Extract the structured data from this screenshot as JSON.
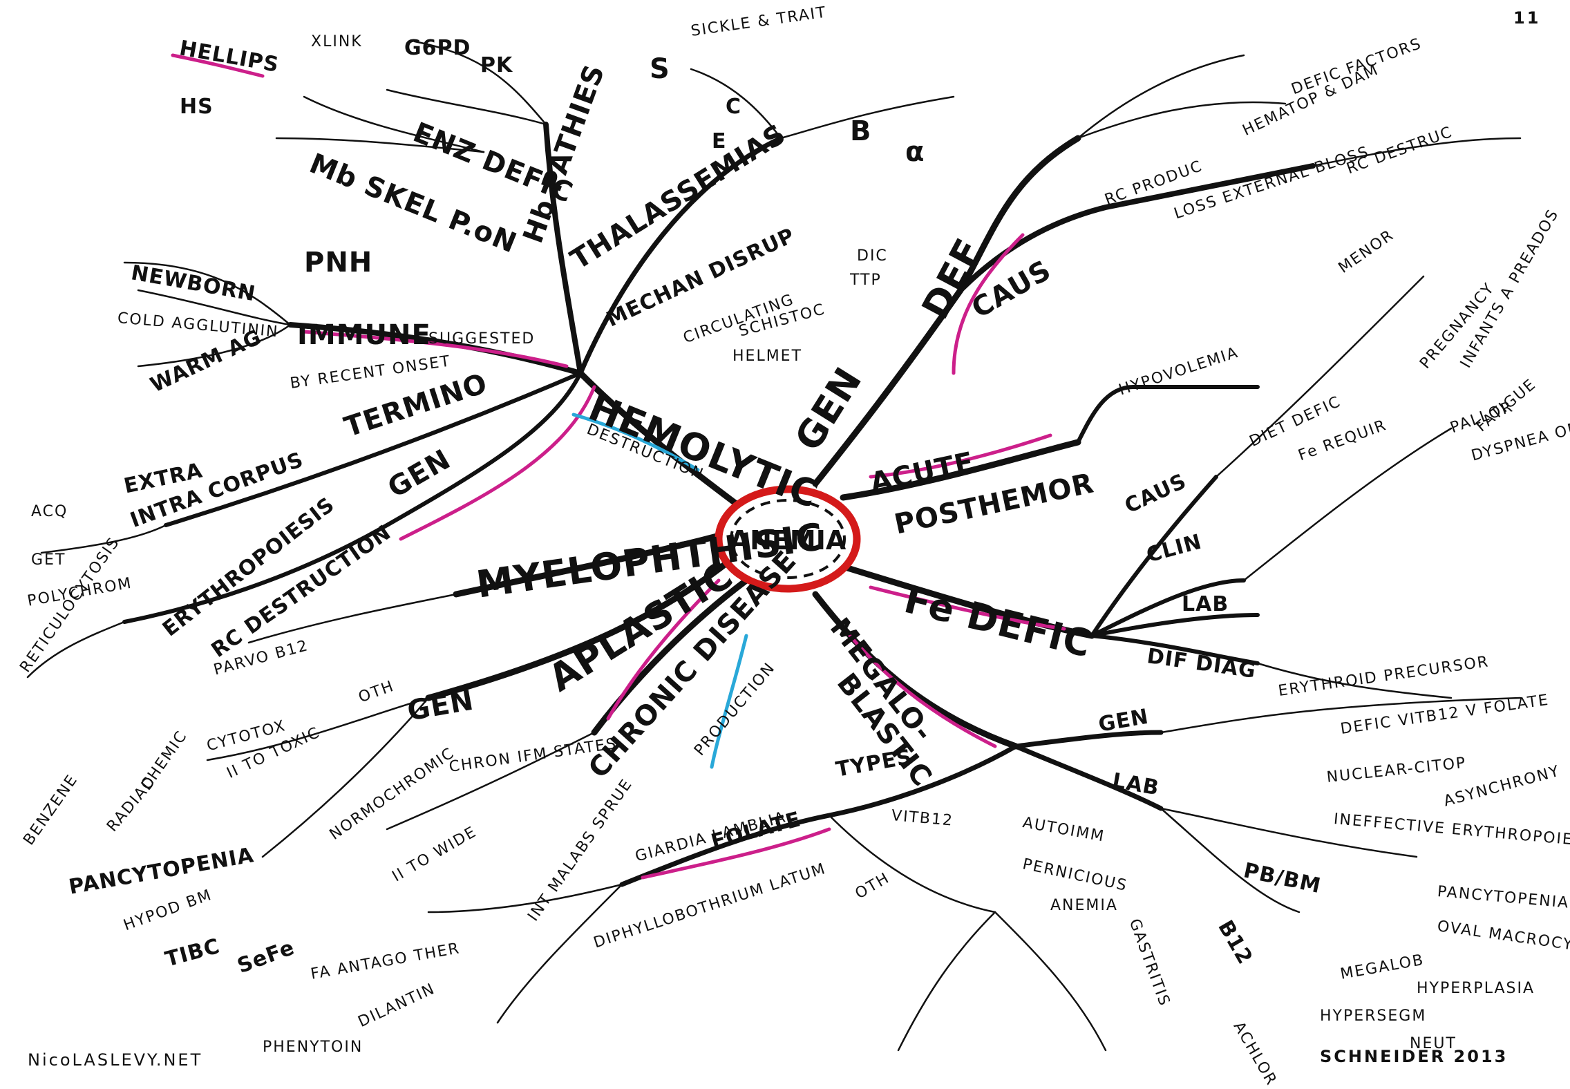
{
  "center": "ANEMIA",
  "footer": {
    "site": "NicoLASLEVY.NET",
    "author": "SCHNEIDER 2013",
    "page": "11"
  },
  "colors": {
    "ink": "#111111",
    "highlight": "#cc1f8a",
    "center_ring": "#d41a1a",
    "accent_blue": "#29a8d8"
  },
  "branches": {
    "hemolytic": "HEMOLYTIC",
    "hemolytic_gen": "GEN",
    "myelophthisic": "MYELOPHTHISIC",
    "aplastic": "APLASTIC",
    "chronic": "CHRONIC DISEASE",
    "acute": "ACUTE",
    "posthemor": "POSTHEMOR",
    "fe_defic": "Fe DEFIC",
    "megalo": "MEGALO-",
    "blastic": "BLASTIC",
    "def": "DEF",
    "caus_top": "CAUS",
    "destruction": "DESTRUCTION",
    "production": "PRODUCTION"
  },
  "hemolytic": {
    "hb_pathies": "Hb PATHIES",
    "enz_defic": "ENZ DEFIC",
    "mb_skel": "Mb SKEL P.oN",
    "thalassemias": "THALASSEMIAS",
    "mechan": "MECHAN DISRUP",
    "pnh": "PNH",
    "immune": "IMMUNE",
    "termino": "TERMINO",
    "newborn": "NEWBORN",
    "cold": "COLD AGGLUTININ",
    "warm": "WARM AG",
    "extra": "EXTRA",
    "intracorpus": "INTRA CORPUS",
    "gen_mid": "GEN",
    "g6pd": "G6PD",
    "pk": "PK",
    "hellips": "HELLIPS",
    "hs": "HS",
    "xlink": "XLINK",
    "s": "S",
    "c": "C",
    "e": "E",
    "b": "B",
    "alpha": "α",
    "sickle_trait": "SICKLE & TRAIT",
    "circulating": "CIRCULATING",
    "schistoc": "SCHISTOC",
    "helmet": "HELMET",
    "dic": "DIC",
    "ttp": "TTP",
    "suggested": "SUGGESTED",
    "recent": "BY RECENT ONSET"
  },
  "right": {
    "rc_produc": "RC PRODUC",
    "loss": "LOSS EXTERNAL BLOSS",
    "rc_destruc": "RC DESTRUC",
    "hypovolemia": "HYPOVOLEMIA",
    "caus": "CAUS",
    "clin": "CLIN",
    "lab": "LAB",
    "dif_diag": "DIF DIAG",
    "diet_defic": "DIET DEFIC",
    "fe_requir": "Fe REQUIR",
    "pregnancy": "PREGNANCY",
    "infants": "INFANTS A PREADOS",
    "menor": "MENOR",
    "pallor": "PALLOR",
    "fatigue": "FATIGUE",
    "dyspnea": "DYSPNEA ON EXER",
    "hematop": "HEMATOP & DAM",
    "defic_factors": "DEFIC FACTORS"
  },
  "megalo": {
    "gen": "GEN",
    "lab": "LAB",
    "types": "TYPES",
    "folate": "FOLATE",
    "vitb12": "VITB12",
    "pernicious": "PERNICIOUS",
    "anemia": "ANEMIA",
    "autoimm": "AUTOIMM",
    "pb_bm": "PB/BM",
    "b12": "B12",
    "oth": "OTH",
    "erythroid": "ERYTHROID PRECURSOR",
    "defic_vit": "DEFIC VITB12 V FOLATE",
    "nuclear": "NUCLEAR-CITOP",
    "asynchrony": "ASYNCHRONY",
    "ineffective": "INEFFECTIVE ERYTHROPOIESIS",
    "pancytopenia": "PANCYTOPENIA",
    "oval": "OVAL MACROCYTOSIS",
    "megalob": "MEGALOB",
    "hyperplasia": "HYPERPLASIA",
    "hyperseg": "HYPERSEGM",
    "neut": "NEUT",
    "gastritis": "GASTRITIS",
    "achlor": "ACHLOR",
    "giardia": "GIARDIA LAMBLIA",
    "int_malabs": "INT MALABS SPRUE",
    "diphyllo": "DIPHYLLOBOTHRIUM LATUM"
  },
  "left": {
    "erythropoiesis": "ERYTHROPOIESIS",
    "rc_destruction": "RC DESTRUCTION",
    "parvo": "PARVO B12",
    "gen_apl": "GEN",
    "oth": "OTH",
    "cytotox": "CYTOTOX",
    "toxic": "II TO TOXIC",
    "pancytopenia": "PANCYTOPENIA",
    "hypod": "HYPOD BM",
    "tibc": "TIBC",
    "sefe": "SeFe",
    "chron": "CHRON IFM STATES",
    "normo": "NORMOCHROMIC",
    "ii_wide": "II TO WIDE",
    "acq": "ACQ",
    "get": "GET",
    "polychrom": "POLYCHROM",
    "reticulocytosis": "RETICULOCYTOSIS",
    "benzene": "BENZENE",
    "radiad": "RADIAD",
    "chemic": "CHEMIC",
    "dilantin": "DILANTIN",
    "fa_antago": "FA ANTAGO THER",
    "phenytoin": "PHENYTOIN"
  }
}
